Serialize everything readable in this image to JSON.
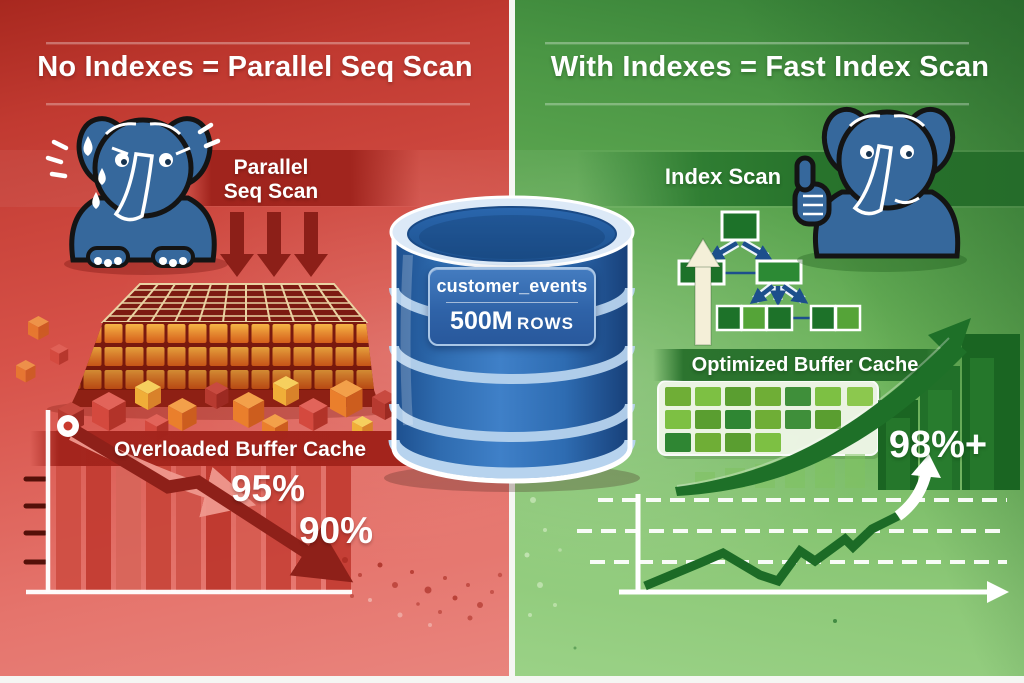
{
  "left": {
    "title": "No Indexes = Parallel Seq Scan",
    "scan_label_line1": "Parallel",
    "scan_label_line2": "Seq Scan",
    "cache_label": "Overloaded Buffer Cache",
    "cache_hit_high": "95%",
    "cache_hit_low": "90%",
    "accent_color": "#9e231c",
    "background_color": "#d6544e"
  },
  "center": {
    "table_name": "customer_events",
    "row_count": "500M",
    "row_unit": "ROWS",
    "database_color": "#2e6db4"
  },
  "right": {
    "title": "With Indexes = Fast Index Scan",
    "scan_label": "Index Scan",
    "cache_label": "Optimized Buffer Cache",
    "cache_hit": "98%+",
    "accent_color": "#2b7a2f",
    "background_color": "#7cbb63"
  },
  "icons": {
    "left_mascot": "postgres-elephant-stressed",
    "right_mascot": "postgres-elephant-thumbs-up",
    "center_icon": "database-cylinder",
    "left_structure": "heap-table-grid",
    "right_structure": "btree-index",
    "mascot_color": "#36689c"
  },
  "charts": {
    "left_trend": {
      "type": "line",
      "direction": "down",
      "point_labels": [
        "95%",
        "90%"
      ]
    },
    "right_trend": {
      "type": "line",
      "direction": "up",
      "point_labels": [
        "98%+"
      ]
    }
  }
}
